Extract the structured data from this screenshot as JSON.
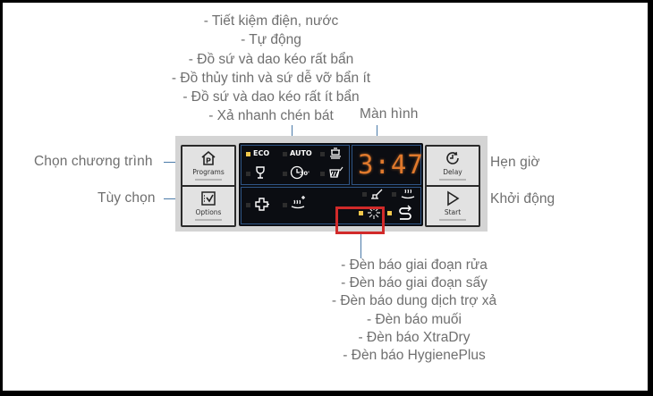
{
  "annotations": {
    "program_list": [
      "- Tiết kiệm điện, nước",
      "- Tự động",
      "- Đồ sứ và dao kéo rất bẩn",
      "- Đồ thủy tinh và sứ dễ vỡ bẩn ít",
      "- Đồ sứ và dao kéo rất ít bẩn",
      "- Xả nhanh chén bát"
    ],
    "display": "Màn hình",
    "program_select": "Chọn chương trình",
    "options": "Tùy chọn",
    "delay": "Hẹn giờ",
    "start": "Khởi động",
    "indicator_list": [
      "- Đèn báo giai đoạn rửa",
      "- Đèn báo giai đoạn sấy",
      "- Đèn báo dung dịch trợ xả",
      "- Đèn báo muối",
      "- Đèn báo XtraDry",
      "- Đèn báo HygienePlus"
    ]
  },
  "panel": {
    "buttons": {
      "programs": "Programs",
      "options": "Options",
      "delay": "Delay",
      "start": "Start"
    },
    "programs": {
      "eco": "ECO",
      "auto": "AUTO"
    },
    "display_time": "3:47",
    "colors": {
      "led_on": "#f2c84b",
      "digits": "#e0792c",
      "highlight": "#d12a2a",
      "leader_line": "#4a7aa8"
    }
  }
}
